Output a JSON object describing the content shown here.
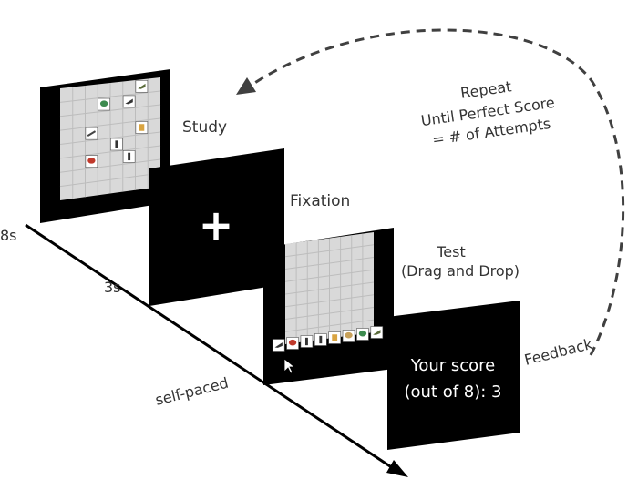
{
  "stages": {
    "study": "Study",
    "fixation": "Fixation",
    "test_line1": "Test",
    "test_line2": "(Drag and Drop)",
    "feedback": "Feedback"
  },
  "timeline": {
    "t_study": "8s",
    "t_fixation": "3s",
    "t_test": "self-paced"
  },
  "fixation_symbol": "+",
  "feedback_screen": {
    "line1": "Your score",
    "line2": "(out of 8): 3"
  },
  "loop_note": {
    "line1": "Repeat",
    "line2": "Until Perfect Score",
    "line3": "= # of Attempts"
  },
  "study_items": [
    "shoe-icon",
    "boot-icon",
    "plant-icon",
    "cake-icon",
    "guitar-icon",
    "bottle-icon",
    "hat-icon",
    "cutlery-icon"
  ],
  "test_tray_items": [
    "shoe-icon",
    "hat-icon",
    "cutlery-icon",
    "bottle-icon",
    "cake-icon",
    "bread-icon",
    "plant-icon",
    "boot-icon"
  ],
  "colors": {
    "panel": "#000000",
    "grid_fill": "#d9d9d9",
    "grid_line": "#bdbdbd",
    "arrow": "#000000",
    "loop_arrow": "#404040"
  }
}
